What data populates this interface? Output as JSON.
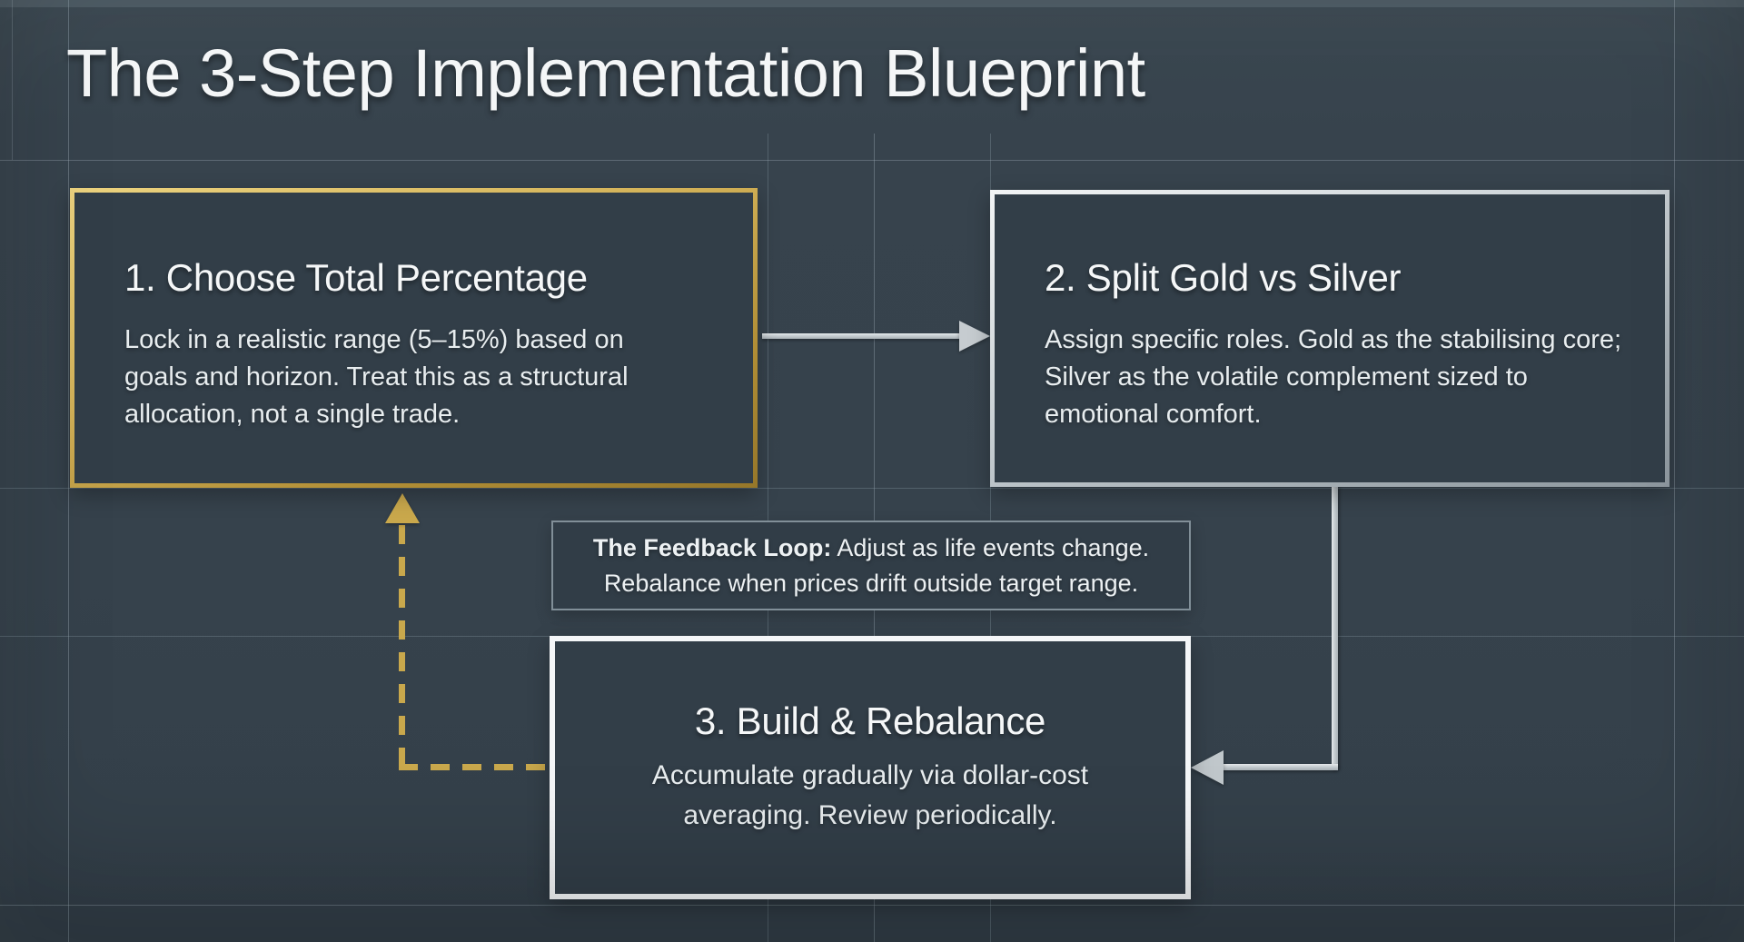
{
  "title": "The 3-Step Implementation Blueprint",
  "steps": [
    {
      "title": "1. Choose Total Percentage",
      "body": "Lock in a realistic range (5–15%) based on goals and horizon. Treat this as a structural allocation, not a single trade.",
      "accent_color": "#C9A84C",
      "accent_name": "gold"
    },
    {
      "title": "2. Split Gold vs Silver",
      "body": "Assign specific roles. Gold as the stabilising core; Silver as the volatile complement sized to emotional comfort.",
      "accent_color": "#C6CDD2",
      "accent_name": "silver"
    },
    {
      "title": "3. Build & Rebalance",
      "body": "Accumulate gradually via dollar-cost averaging. Review periodically.",
      "accent_color": "#F4F6F8",
      "accent_name": "white"
    }
  ],
  "feedback": {
    "label": "The Feedback Loop:",
    "text": "Adjust as life events change. Rebalance when prices drift outside target range."
  },
  "colors": {
    "background": "#36424C",
    "box_fill": "#323E48",
    "grid_line": "#96A8B2",
    "arrow_silver": "#C6CDD1",
    "arrow_gold_dashed": "#C9A84C",
    "text": "#F2F5F6"
  }
}
